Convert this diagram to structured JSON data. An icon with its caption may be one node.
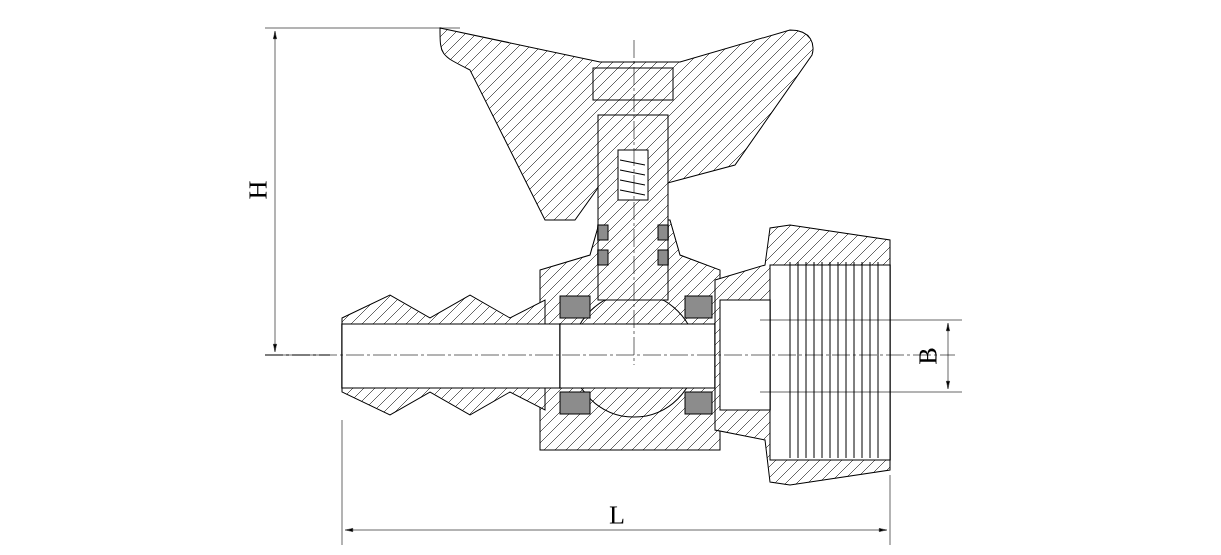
{
  "diagram": {
    "labels": [
      "H",
      "B",
      "L"
    ]
  }
}
